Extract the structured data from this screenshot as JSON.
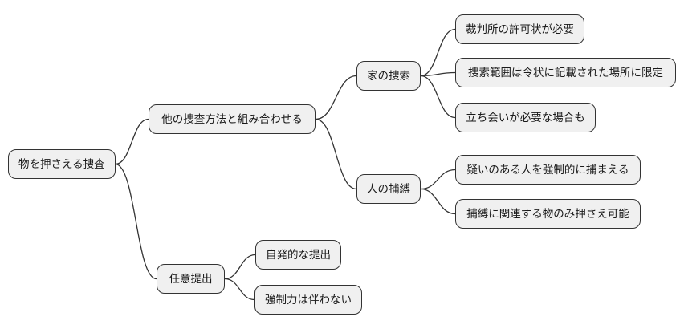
{
  "diagram": {
    "type": "mindmap",
    "background_color": "#ffffff",
    "node_fill": "#f0f0f0",
    "node_border_color": "#333333",
    "edge_color": "#333333",
    "nodes": {
      "root": {
        "label": "物を押さえる捜査"
      },
      "combine": {
        "label": "他の捜査方法と組み合わせる"
      },
      "house_search": {
        "label": "家の捜索"
      },
      "warrant": {
        "label": "裁判所の許可状が必要"
      },
      "scope": {
        "label": "捜索範囲は令状に記載された場所に限定"
      },
      "witness": {
        "label": "立ち会いが必要な場合も"
      },
      "arrest": {
        "label": "人の捕縛"
      },
      "suspect": {
        "label": "疑いのある人を強制的に捕まえる"
      },
      "related": {
        "label": "捕縛に関連する物のみ押さえ可能"
      },
      "voluntary": {
        "label": "任意提出"
      },
      "spontaneous": {
        "label": "自発的な提出"
      },
      "no_force": {
        "label": "強制力は伴わない"
      }
    },
    "edges": [
      [
        "root",
        "combine"
      ],
      [
        "root",
        "voluntary"
      ],
      [
        "combine",
        "house_search"
      ],
      [
        "combine",
        "arrest"
      ],
      [
        "house_search",
        "warrant"
      ],
      [
        "house_search",
        "scope"
      ],
      [
        "house_search",
        "witness"
      ],
      [
        "arrest",
        "suspect"
      ],
      [
        "arrest",
        "related"
      ],
      [
        "voluntary",
        "spontaneous"
      ],
      [
        "voluntary",
        "no_force"
      ]
    ]
  }
}
